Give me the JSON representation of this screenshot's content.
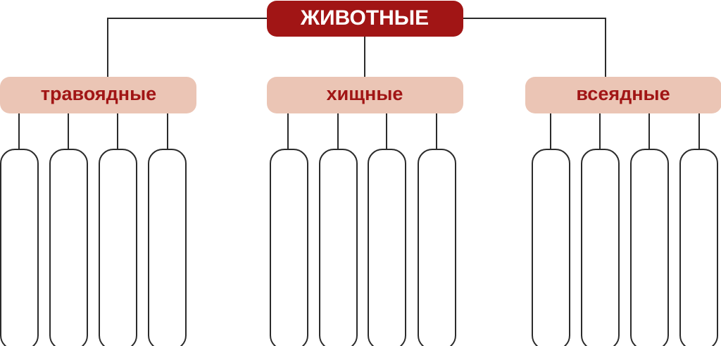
{
  "root": {
    "label": "ЖИВОТНЫЕ",
    "fill_color": "#a11515",
    "text_color": "#ffffff"
  },
  "categories": [
    {
      "label": "травоядные",
      "slots": 4
    },
    {
      "label": "хищные",
      "slots": 4
    },
    {
      "label": "всеядные",
      "slots": 4
    }
  ],
  "colors": {
    "category_fill": "#ebc5b5",
    "category_text": "#a11515",
    "line": "#2b2b2b",
    "slot_fill": "#ffffff"
  }
}
